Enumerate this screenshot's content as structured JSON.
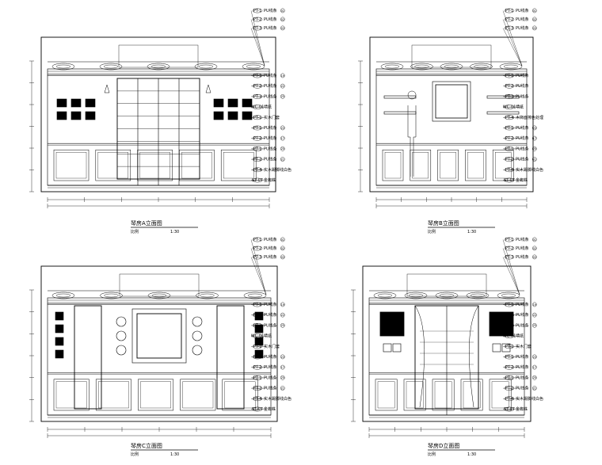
{
  "elevations": [
    {
      "id": "A",
      "title": "琴房A立面图",
      "scale_left": "比例",
      "scale_right": "1:30",
      "callouts": [
        {
          "code": "PT-1",
          "text": "PU线条",
          "num": "01"
        },
        {
          "code": "PT-2",
          "text": "PU线条",
          "num": "02"
        },
        {
          "code": "PT-3",
          "text": "PU线条",
          "num": "03"
        },
        {
          "code": "PT-1",
          "text": "PU线条",
          "num": "19"
        },
        {
          "code": "PT-2",
          "text": "PU线条",
          "num": "22"
        },
        {
          "code": "PT-3",
          "text": "PU线条",
          "num": "25"
        },
        {
          "code": "WC-01",
          "text": "墙纸",
          "num": ""
        },
        {
          "code": "PT-1",
          "text": "实木门套",
          "num": ""
        },
        {
          "code": "PT-1",
          "text": "PU线条",
          "num": "23"
        },
        {
          "code": "PT-2",
          "text": "PU线条",
          "num": "17"
        },
        {
          "code": "PT-1",
          "text": "PU线条",
          "num": "20"
        },
        {
          "code": "PT-2",
          "text": "PU线条",
          "num": "21"
        },
        {
          "code": "PT-4",
          "text": "实木踢脚线白色",
          "num": ""
        },
        {
          "code": "ST-07",
          "text": "金蜘蛛",
          "num": ""
        }
      ]
    },
    {
      "id": "B",
      "title": "琴房B立面图",
      "scale_left": "比例",
      "scale_right": "1:30",
      "callouts": [
        {
          "code": "PT-1",
          "text": "PU线条",
          "num": "01"
        },
        {
          "code": "PT-2",
          "text": "PU线条",
          "num": "02"
        },
        {
          "code": "PT-3",
          "text": "PU线条",
          "num": "03"
        },
        {
          "code": "PT-1",
          "text": "PU线条",
          "num": ""
        },
        {
          "code": "PT-2",
          "text": "PU线条",
          "num": ""
        },
        {
          "code": "PT-3",
          "text": "PU线条",
          "num": ""
        },
        {
          "code": "WC-01",
          "text": "墙纸",
          "num": ""
        },
        {
          "code": "PT-4",
          "text": "木饰面擦色处理",
          "num": ""
        },
        {
          "code": "PT-1",
          "text": "PU线条",
          "num": "23"
        },
        {
          "code": "PT-2",
          "text": "PU线条",
          "num": "17"
        },
        {
          "code": "PT-1",
          "text": "PU线条",
          "num": "20"
        },
        {
          "code": "PT-2",
          "text": "PU线条",
          "num": "21"
        },
        {
          "code": "PT-4",
          "text": "实木踢脚线白色",
          "num": ""
        },
        {
          "code": "ST-07",
          "text": "金蜘蛛",
          "num": ""
        }
      ]
    },
    {
      "id": "C",
      "title": "琴房C立面图",
      "scale_left": "比例",
      "scale_right": "1:30",
      "callouts": [
        {
          "code": "PT-1",
          "text": "PU线条",
          "num": "01"
        },
        {
          "code": "PT-2",
          "text": "PU线条",
          "num": "02"
        },
        {
          "code": "PT-3",
          "text": "PU线条",
          "num": "03"
        },
        {
          "code": "PT-1",
          "text": "PU线条",
          "num": "19"
        },
        {
          "code": "PT-2",
          "text": "PU线条",
          "num": "22"
        },
        {
          "code": "PT-3",
          "text": "PU线条",
          "num": "25"
        },
        {
          "code": "WC-01",
          "text": "墙纸",
          "num": ""
        },
        {
          "code": "PT-1",
          "text": "实木门套",
          "num": ""
        },
        {
          "code": "PT-1",
          "text": "PU线条",
          "num": "23"
        },
        {
          "code": "PT-2",
          "text": "PU线条",
          "num": "17"
        },
        {
          "code": "PT-1",
          "text": "PU线条",
          "num": "20"
        },
        {
          "code": "PT-2",
          "text": "PU线条",
          "num": "21"
        },
        {
          "code": "PT-4",
          "text": "实木踢脚线白色",
          "num": ""
        },
        {
          "code": "ST-07",
          "text": "金蜘蛛",
          "num": ""
        }
      ]
    },
    {
      "id": "D",
      "title": "琴房D立面图",
      "scale_left": "比例",
      "scale_right": "1:30",
      "callouts": [
        {
          "code": "PT-1",
          "text": "PU线条",
          "num": "01"
        },
        {
          "code": "PT-2",
          "text": "PU线条",
          "num": "02"
        },
        {
          "code": "PT-3",
          "text": "PU线条",
          "num": "03"
        },
        {
          "code": "PT-1",
          "text": "PU线条",
          "num": "19"
        },
        {
          "code": "PT-2",
          "text": "PU线条",
          "num": "22"
        },
        {
          "code": "PT-3",
          "text": "PU线条",
          "num": "25"
        },
        {
          "code": "WC-01",
          "text": "墙纸",
          "num": ""
        },
        {
          "code": "PT-1",
          "text": "实木门套",
          "num": ""
        },
        {
          "code": "PT-1",
          "text": "PU线条",
          "num": "23"
        },
        {
          "code": "PT-2",
          "text": "PU线条",
          "num": "17"
        },
        {
          "code": "PT-1",
          "text": "PU线条",
          "num": "20"
        },
        {
          "code": "PT-2",
          "text": "PU线条",
          "num": "21"
        },
        {
          "code": "PT-4",
          "text": "实木踢脚线白色",
          "num": ""
        },
        {
          "code": "ST-07",
          "text": "金蜘蛛",
          "num": ""
        }
      ]
    }
  ]
}
